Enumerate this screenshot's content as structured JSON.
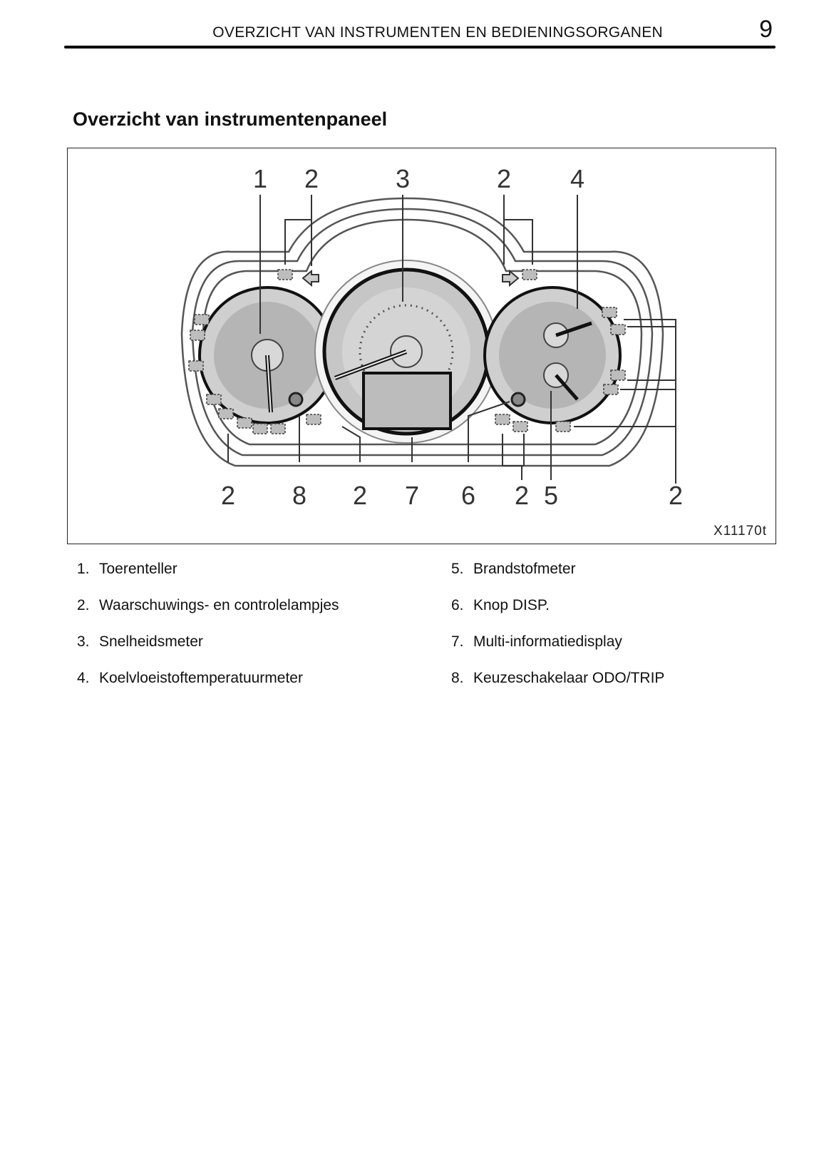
{
  "header": {
    "title": "OVERZICHT VAN INSTRUMENTEN EN BEDIENINGSORGANEN",
    "page_number": "9"
  },
  "section": {
    "title": "Overzicht van instrumentenpaneel"
  },
  "figure": {
    "code": "X11170t",
    "callouts_top": [
      "1",
      "2",
      "3",
      "2",
      "4"
    ],
    "callouts_bottom": [
      "2",
      "8",
      "2",
      "7",
      "6",
      "2",
      "5",
      "2"
    ],
    "icons": {
      "warning_lamp": "warning-lamp-icon",
      "turn_signal_left": "arrow-left-icon",
      "turn_signal_right": "arrow-right-icon"
    }
  },
  "legend": {
    "left": [
      {
        "num": "1.",
        "label": "Toerenteller"
      },
      {
        "num": "2.",
        "label": "Waarschuwings- en controlelampjes"
      },
      {
        "num": "3.",
        "label": "Snelheidsmeter"
      },
      {
        "num": "4.",
        "label": "Koelvloeistoftemperatuurmeter"
      }
    ],
    "right": [
      {
        "num": "5.",
        "label": "Brandstofmeter"
      },
      {
        "num": "6.",
        "label": "Knop DISP."
      },
      {
        "num": "7.",
        "label": "Multi-informatiedisplay"
      },
      {
        "num": "8.",
        "label": "Keuzeschakelaar ODO/TRIP"
      }
    ]
  }
}
